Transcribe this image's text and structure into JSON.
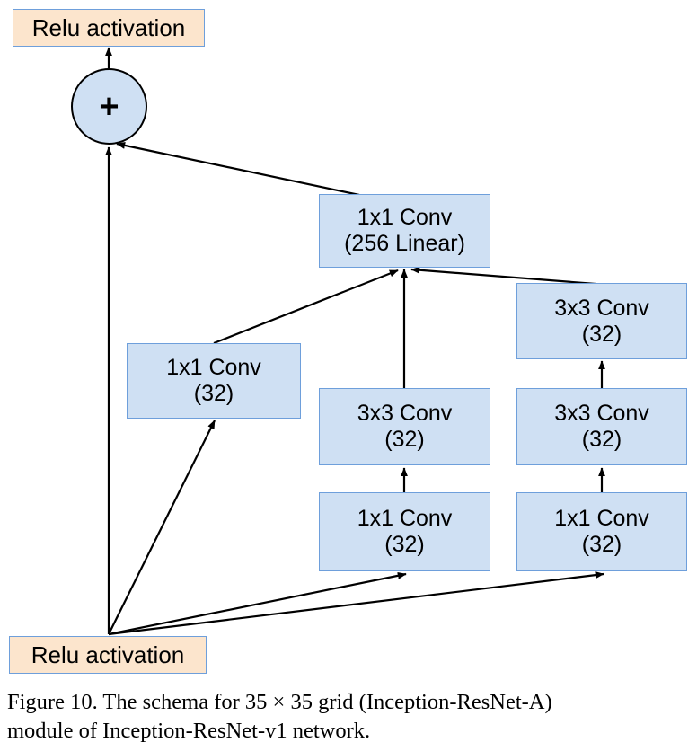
{
  "figure": {
    "id": "inception-resnet-a-schema",
    "caption_line_1": "Figure 10. The schema for 35 × 35 grid (Inception-ResNet-A)",
    "caption_line_2": "module of Inception-ResNet-v1 network.",
    "colors": {
      "conv_fill": "#cfe0f3",
      "conv_border": "#6e9fdb",
      "relu_fill": "#fce5cd",
      "relu_border": "#6e9fdb",
      "arrow": "#000000",
      "background": "#ffffff"
    }
  },
  "nodes": {
    "relu_top": {
      "label": "Relu activation"
    },
    "sum": {
      "label": "+",
      "name": "residual-sum"
    },
    "linear_proj": {
      "line1": "1x1 Conv",
      "line2": "(256 Linear)"
    },
    "branch_a_conv1": {
      "line1": "1x1 Conv",
      "line2": "(32)"
    },
    "branch_b_conv1": {
      "line1": "1x1 Conv",
      "line2": "(32)"
    },
    "branch_b_conv2": {
      "line1": "3x3 Conv",
      "line2": "(32)"
    },
    "branch_c_conv1": {
      "line1": "1x1 Conv",
      "line2": "(32)"
    },
    "branch_c_conv2": {
      "line1": "3x3 Conv",
      "line2": "(32)"
    },
    "branch_c_conv3": {
      "line1": "3x3 Conv",
      "line2": "(32)"
    },
    "relu_bottom": {
      "label": "Relu activation"
    }
  }
}
